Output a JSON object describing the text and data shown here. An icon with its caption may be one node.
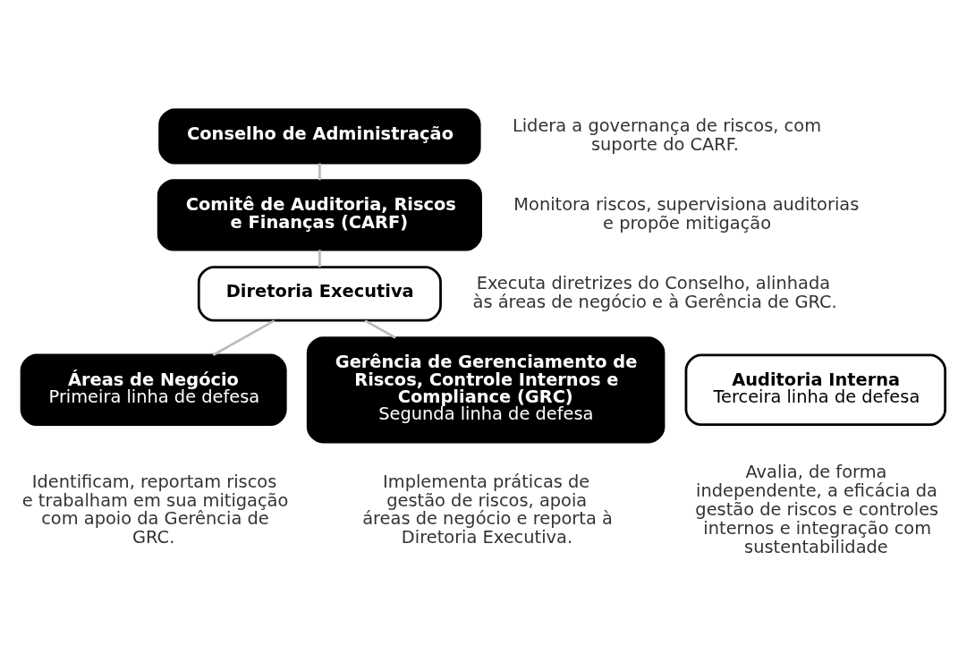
{
  "diagram": {
    "nodes": [
      {
        "text": [
          "Conselho de Administração"
        ],
        "beside": [
          "Lidera a governança de riscos, com suporte do CARF."
        ]
      },
      {
        "text": [
          "Comitê de Auditoria, Riscos e Finanças (CARF)"
        ],
        "beside": [
          "Monitora riscos, supervisiona auditorias e propõe mitigação"
        ]
      },
      {
        "text": [
          "Diretoria Executiva"
        ],
        "beside": [
          "Executa diretrizes do Conselho, alinhada às áreas de negócio e à Gerência de GRC."
        ]
      },
      {
        "text": [
          "Áreas de Negócio",
          "Primeira linha de defesa"
        ],
        "beside": [
          "Identificam, reportam riscos e trabalham em sua mitigação com apoio da Gerência de GRC."
        ]
      },
      {
        "text": [
          "Gerência de Gerenciamento de Riscos, Controle Internos e Compliance (GRC)",
          "Segunda linha de defesa"
        ],
        "beside": [
          "Implementa práticas de gestão de riscos, apoia áreas de negócio e reporta à Diretoria Executiva."
        ]
      },
      {
        "text": [
          "Auditoria Interna",
          "Terceira linha de defesa"
        ],
        "beside": [
          "Avalia, de forma independente, a eficácia da gestão de riscos e controles internos e integração com sustentabilidade"
        ]
      }
    ],
    "edges": [
      {
        "from": 0,
        "to": 1,
        "arrow": "none"
      },
      {
        "from": 1,
        "to": 2,
        "arrow": "none"
      },
      {
        "from": 2,
        "to": 3,
        "arrow": "none"
      },
      {
        "from": 2,
        "to": 4,
        "arrow": "none"
      }
    ]
  }
}
